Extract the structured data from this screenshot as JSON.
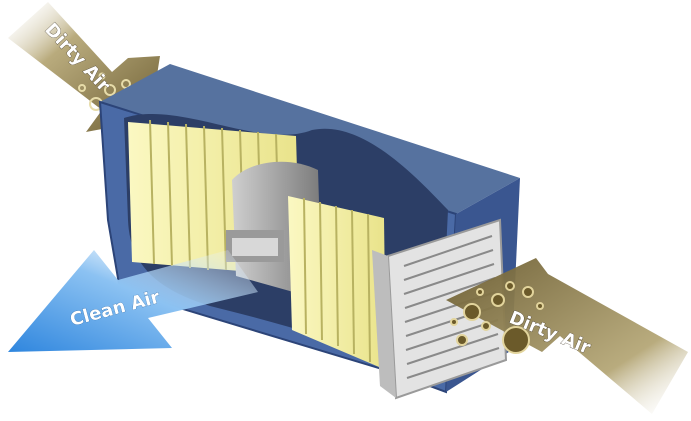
{
  "labels": {
    "dirty_air_top": "Dirty Air",
    "dirty_air_right": "Dirty Air",
    "clean_air": "Clean Air"
  },
  "colors": {
    "housing_blue": "#4a6aa6",
    "housing_dark": "#2c4478",
    "pleat_yellow": "#f3f0a0",
    "pleat_shadow": "#c9c470",
    "grille_light": "#e6e6e6",
    "grille_dark": "#8a8a8a",
    "dirty_arrow": "#8d7d4e",
    "clean_arrow": "#4a9be6",
    "particle": "#6b5a2a"
  },
  "icons": {
    "dirty_air_top": "dirty-air-arrow-icon",
    "dirty_air_right": "dirty-air-arrow-icon",
    "clean_air": "clean-air-arrow-icon"
  }
}
